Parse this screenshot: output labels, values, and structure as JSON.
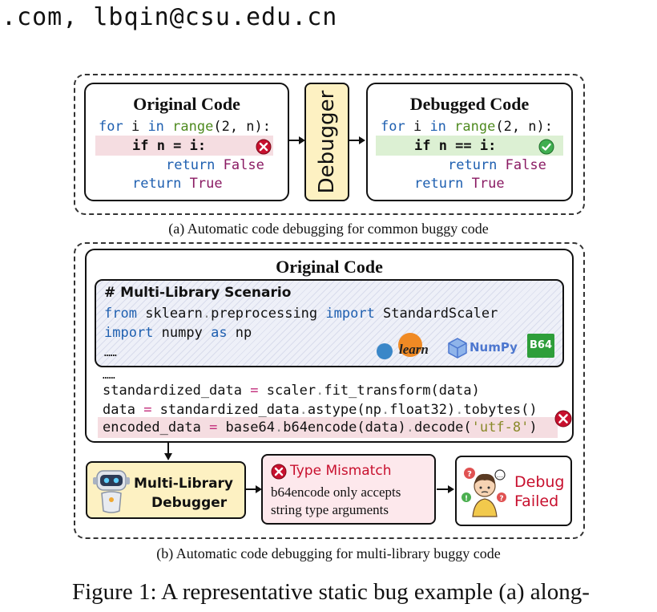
{
  "header": {
    "email_line": ".com, lbqin@csu.edu.cn"
  },
  "panel_a": {
    "original": {
      "title": "Original Code",
      "lines": [
        {
          "kw": "for",
          "t1": " i ",
          "kw2": "in",
          "t2": " ",
          "fn": "range",
          "t3": "(2, n):"
        },
        {
          "text": "if n = i:"
        },
        {
          "kw": "return",
          "bool": " False"
        },
        {
          "kw": "return",
          "bool": " True"
        }
      ]
    },
    "debugger_label": "Debugger",
    "debugged": {
      "title": "Debugged Code",
      "lines": [
        {
          "kw": "for",
          "t1": " i ",
          "kw2": "in",
          "t2": " ",
          "fn": "range",
          "t3": "(2, n):"
        },
        {
          "text": "if n == i:"
        },
        {
          "kw": "return",
          "bool": " False"
        },
        {
          "kw": "return",
          "bool": " True"
        }
      ]
    },
    "caption": "(a) Automatic code debugging for common buggy code",
    "colors": {
      "error_highlight": "#f5dde1",
      "fixed_highlight": "#dcf0d3",
      "debugger_fill": "#fdf1c2"
    }
  },
  "panel_b": {
    "original_title": "Original Code",
    "scenario": {
      "heading": "# Multi-Library Scenario",
      "line1": {
        "from": "from",
        "module": " sklearn",
        "dot": ".",
        "sub": "preprocessing ",
        "import": "import",
        "name": " StandardScaler"
      },
      "line2": {
        "import": "import",
        "name": " numpy ",
        "as": "as",
        "alias": " np"
      },
      "ellipsis": "……",
      "logos": {
        "sklearn": "learn",
        "numpy": "NumPy",
        "b64": "B64"
      }
    },
    "ellipsis2": "……",
    "code": {
      "l1_a": "standardized_data ",
      "l1_eq": "=",
      "l1_b": " scaler",
      "l1_dot": ".",
      "l1_c": "fit_transform",
      "l1_d": "(data)",
      "l2_a": "data ",
      "l2_eq": "=",
      "l2_b": " standardized_data",
      "l2_dot": ".",
      "l2_c": "astype(np",
      "l2_dot2": ".",
      "l2_d": "float32)",
      "l2_dot3": ".",
      "l2_e": "tobytes()",
      "l3_a": "encoded_data ",
      "l3_eq": "=",
      "l3_b": " base64",
      "l3_dot": ".",
      "l3_c": "b64encode(data)",
      "l3_dot2": ".",
      "l3_d": "decode(",
      "l3_str": "'utf-8'",
      "l3_e": ")"
    },
    "ml_debugger": {
      "line1": "Multi-Library",
      "line2": "Debugger"
    },
    "mismatch": {
      "title": "Type Mismatch",
      "line1": "b64encode only accepts",
      "line2": "string type arguments"
    },
    "failed": {
      "line1": "Debug",
      "line2": "Failed"
    },
    "caption": "(b) Automatic code debugging for multi-library buggy code",
    "colors": {
      "error_text": "#c8102e",
      "mismatch_fill": "#fde8ec",
      "error_row": "#f5dde1",
      "b64_green": "#2e9e3a",
      "sklearn_orange": "#f08a24",
      "sklearn_blue": "#3a87c8",
      "numpy_blue": "#4d77cf"
    }
  },
  "figure_caption": "Figure 1: A representative static bug example (a) along-"
}
